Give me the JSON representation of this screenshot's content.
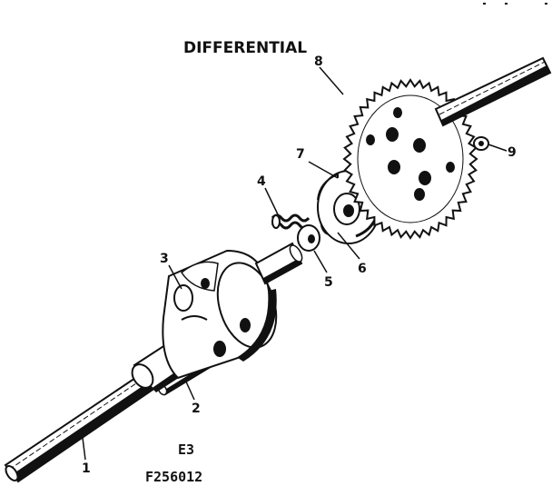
{
  "title": "DIFFERENTIAL",
  "callouts": {
    "c1": "1",
    "c2": "2",
    "c3": "3",
    "c4": "4",
    "c5": "5",
    "c6": "6",
    "c7": "7",
    "c8": "8",
    "c9": "9"
  },
  "figure_code": "E3",
  "part_number": "F256012"
}
